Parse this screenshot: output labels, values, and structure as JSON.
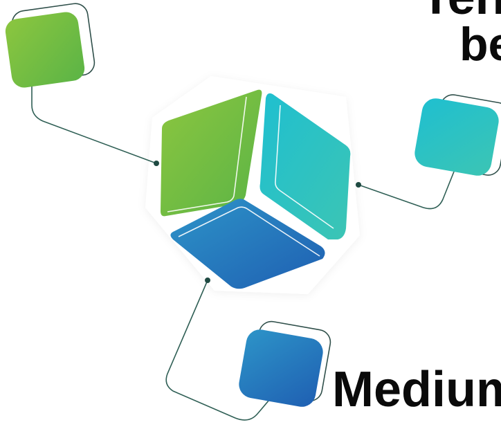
{
  "texts": {
    "top": "Ten",
    "middle": "be",
    "bottom": "Medium"
  },
  "colors": {
    "green": "#7cc243",
    "teal": "#2dc3c9",
    "blue": "#2a7fc6",
    "connector": "#2f5f55"
  }
}
